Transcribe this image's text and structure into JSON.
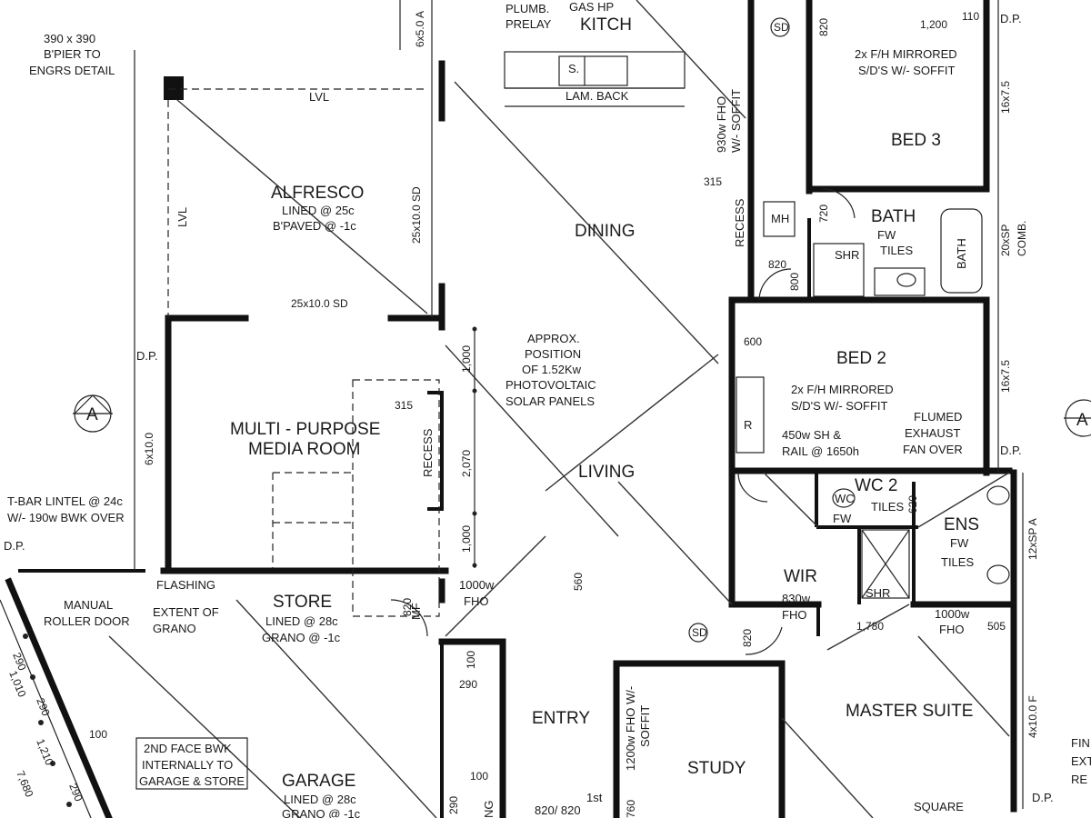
{
  "rooms": {
    "kitch": "KITCH",
    "dining": "DINING",
    "bed3": "BED 3",
    "bath": "BATH",
    "alfresco": "ALFRESCO",
    "bed2": "BED 2",
    "media1": "MULTI - PURPOSE",
    "media2": "MEDIA ROOM",
    "living": "LIVING",
    "wc2": "WC 2",
    "ens": "ENS",
    "wir": "WIR",
    "store": "STORE",
    "entry": "ENTRY",
    "study": "STUDY",
    "master": "MASTER SUITE",
    "garage": "GARAGE"
  },
  "notes": {
    "plumb": "PLUMB.",
    "prelay": "PRELAY",
    "gas_hp": "GAS HP",
    "lam_back": "LAM. BACK",
    "sink": "S.",
    "pier1": "390 x 390",
    "pier2": "B'PIER TO",
    "pier3": "ENGRS DETAIL",
    "lvl_top": "LVL",
    "lvl_side": "LVL",
    "alf_lined": "LINED @ 25c",
    "alf_paved": "B'PAVED @ -1c",
    "mirror3a": "2x F/H MIRRORED",
    "mirror3b": "S/D'S W/- SOFFIT",
    "fw_tiles_bath_fw": "FW",
    "fw_tiles_bath_tiles": "TILES",
    "shr": "SHR",
    "bath_tub": "BATH",
    "mh": "MH",
    "recess_top": "RECESS",
    "fho_930a": "930w FHO",
    "fho_930b": "W/- SOFFIT",
    "solar1": "APPROX.",
    "solar2": "POSITION",
    "solar3": "OF 1.52Kw",
    "solar4": "PHOTOVOLTAIC",
    "solar5": "SOLAR PANELS",
    "mirror2a": "2x F/H MIRRORED",
    "mirror2b": "S/D'S W/- SOFFIT",
    "rail1": "450w SH &",
    "rail2": "RAIL @ 1650h",
    "flume1": "FLUMED",
    "flume2": "EXHAUST",
    "flume3": "FAN OVER",
    "r": "R",
    "recess_mid": "RECESS",
    "tbar1": "T-BAR LINTEL @ 24c",
    "tbar2": "W/- 190w BWK OVER",
    "dp_left": "D.P.",
    "dp_left2": "D.P.",
    "dp_right_top": "D.P.",
    "dp_right_mid": "D.P.",
    "dp_right_bot": "D.P.",
    "flashing": "FLASHING",
    "manual1": "MANUAL",
    "manual2": "ROLLER DOOR",
    "extent1": "EXTENT OF",
    "extent2": "GRANO",
    "store_lined": "LINED @ 28c",
    "store_grano": "GRANO @ -1c",
    "mf": "MF",
    "fho_1000a": "1000w",
    "fho_1000b": "FHO",
    "wc": "WC",
    "fw_wc": "FW",
    "tiles_wc": "TILES",
    "shr2": "SHR",
    "fw_ens": "FW",
    "tiles_ens": "TILES",
    "wir_fho1": "830w",
    "wir_fho2": "FHO",
    "ens_fho1": "1000w",
    "ens_fho2": "FHO",
    "sd1": "SD",
    "sd2": "SD",
    "study_fho1": "1200w FHO W/-",
    "study_fho2": "SOFFIT",
    "bwk1": "2ND FACE BWK",
    "bwk2": "INTERNALLY TO",
    "bwk3": "GARAGE & STORE",
    "garage_lined": "LINED @ 28c",
    "garage_grano": "GRANO @ -1c",
    "square": "SQUARE",
    "door_820": "820/ 820",
    "first": "1st",
    "ng": "NG",
    "fin1": "FIN",
    "fin2": "EXT",
    "fin3": "RE",
    "cut_a": "A",
    "cut_a2": "A"
  },
  "dims": {
    "d6x50": "6x5.0 A",
    "d820_top": "820",
    "d1200": "1,200",
    "d110": "110",
    "d16x75a": "16x7.5",
    "d315a": "315",
    "d25x10sd_v": "25x10.0 SD",
    "d25x10sd_h": "25x10.0 SD",
    "d720": "720",
    "d820_bath": "820",
    "d800": "800",
    "d20xsp": "20xSP",
    "comb": "COMB.",
    "d600": "600",
    "d16x75b": "16x7.5",
    "d6x10": "6x10.0",
    "d315b": "315",
    "d1000a": "1,000",
    "d2070": "2,070",
    "d1000b": "1,000",
    "d620": "620",
    "d12xsp": "12xSP A",
    "d560": "560",
    "d820_mf": "820",
    "d820_sd": "820",
    "d1780": "1,780",
    "d505": "505",
    "d100a": "100",
    "d290a": "290",
    "d100b": "100",
    "d290b": "290",
    "d4x10f": "4x10.0 F",
    "d760": "760",
    "l290a": "290",
    "l1010": "1,010",
    "l290b": "290",
    "l1210": "1,210",
    "l290c": "290",
    "l7680": "7,680",
    "l100": "100"
  }
}
